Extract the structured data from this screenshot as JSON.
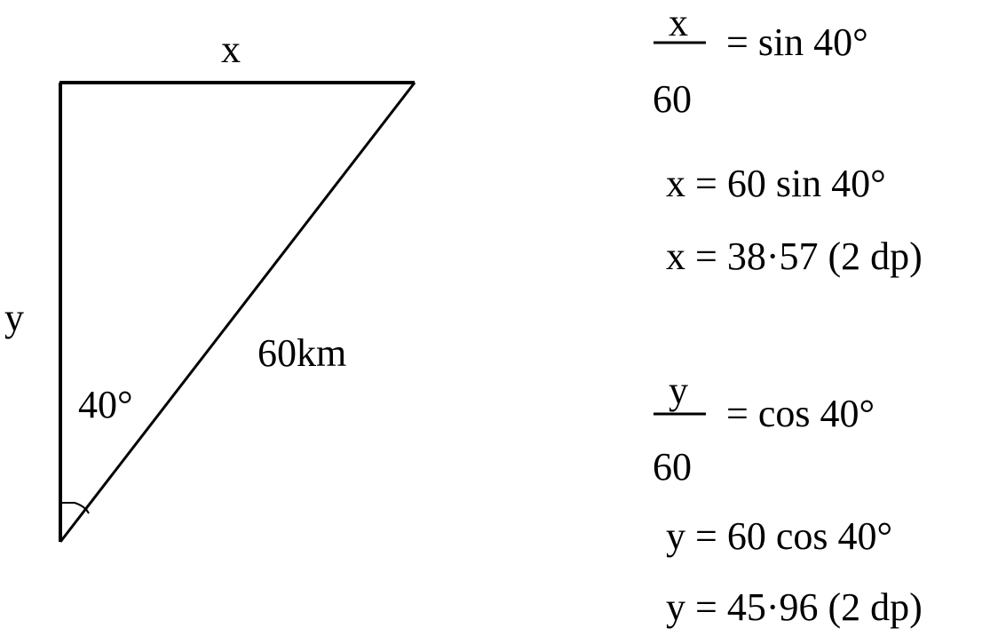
{
  "diagram": {
    "label_top": "x",
    "label_left": "y",
    "label_hypotenuse": "60km",
    "label_angle": "40°"
  },
  "working": {
    "x": {
      "fraction_num": "x",
      "fraction_den": "60",
      "fraction_rhs": "= sin 40°",
      "line2": "x = 60 sin 40°",
      "line3": "x = 38·57 (2 dp)"
    },
    "y": {
      "fraction_num": "y",
      "fraction_den": "60",
      "fraction_rhs": "= cos 40°",
      "line2": "y = 60 cos 40°",
      "line3": "y = 45·96 (2 dp)"
    }
  }
}
